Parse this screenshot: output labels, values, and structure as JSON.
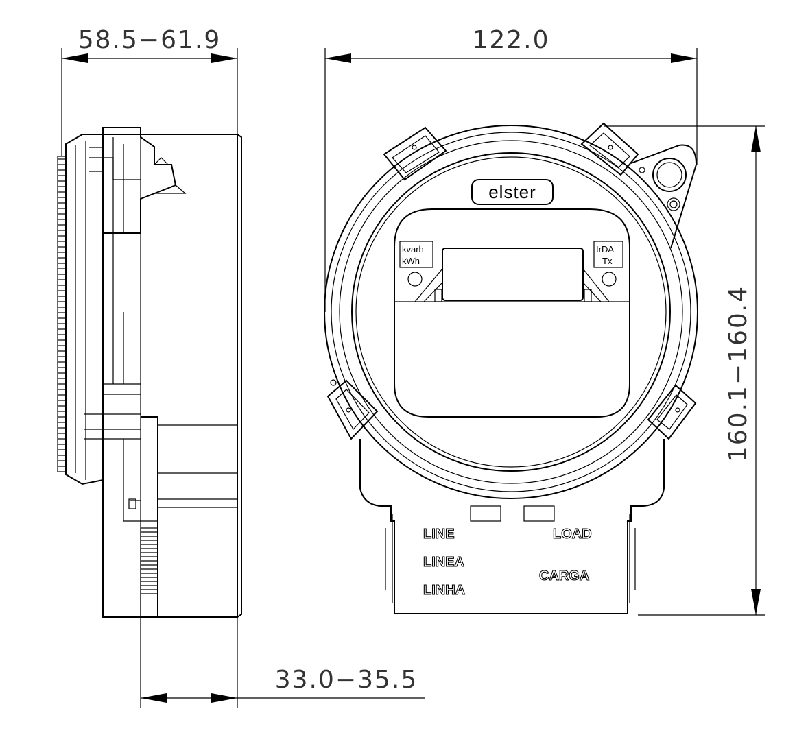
{
  "dimensions": {
    "side_width": "58.5−61.9",
    "overall_width": "122.0",
    "height": "160.1−160.4",
    "depth": "33.0−35.5"
  },
  "meter_face": {
    "brand": "elster",
    "left_indicator": [
      "kvarh",
      "kWh"
    ],
    "right_indicator": [
      "IrDA",
      "Tx"
    ]
  },
  "terminals": {
    "line": [
      "LINE",
      "LINEA",
      "LINHA"
    ],
    "load": [
      "LOAD",
      "CARGA"
    ]
  }
}
